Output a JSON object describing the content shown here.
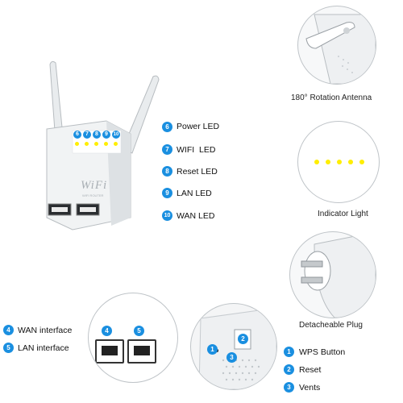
{
  "router_badge_numbers": [
    "6",
    "7",
    "8",
    "9",
    "10"
  ],
  "router_logo": "WiFi",
  "router_logo_sub": "WIFI ROUTER",
  "led_legend": [
    {
      "num": "6",
      "label": "Power LED"
    },
    {
      "num": "7",
      "label": "WIFI  LED"
    },
    {
      "num": "8",
      "label": "Reset LED"
    },
    {
      "num": "9",
      "label": "LAN LED"
    },
    {
      "num": "10",
      "label": "WAN LED"
    }
  ],
  "captions": {
    "antenna": "180° Rotation Antenna",
    "indicator": "Indicator Light",
    "plug": "Detacheable Plug"
  },
  "ports_legend": [
    {
      "num": "4",
      "label": "WAN interface"
    },
    {
      "num": "5",
      "label": "LAN interface"
    }
  ],
  "port_badges": [
    "4",
    "5"
  ],
  "back_badges": [
    "1",
    "2",
    "3"
  ],
  "back_legend": [
    {
      "num": "1",
      "label": "WPS Button"
    },
    {
      "num": "2",
      "label": "Reset"
    },
    {
      "num": "3",
      "label": "Vents"
    }
  ],
  "colors": {
    "badge": "#1a8fe0",
    "led": "#ffee00",
    "outline": "#bfc4c8"
  }
}
